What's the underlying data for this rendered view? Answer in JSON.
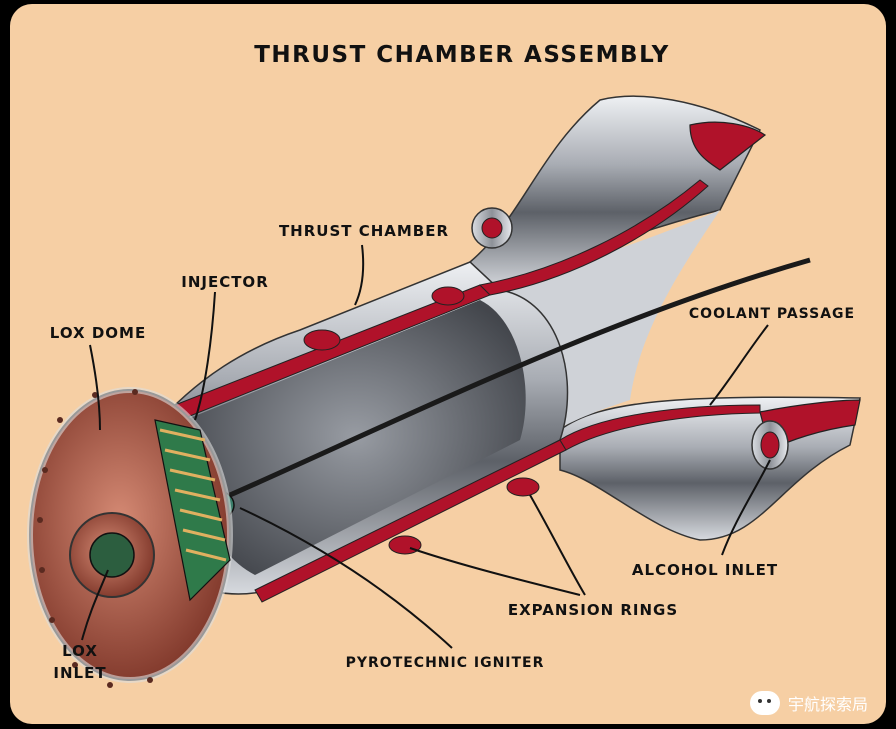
{
  "title": "THRUST CHAMBER ASSEMBLY",
  "labels": {
    "thrust_chamber": "THRUST CHAMBER",
    "injector": "INJECTOR",
    "lox_dome": "LOX DOME",
    "coolant_passage": "COOLANT PASSAGE",
    "alcohol_inlet": "ALCOHOL INLET",
    "expansion_rings": "EXPANSION RINGS",
    "pyrotechnic_igniter": "PYROTECHNIC IGNITER",
    "lox_inlet_line1": "LOX",
    "lox_inlet_line2": "INLET"
  },
  "watermark": "宇航探索局",
  "colors": {
    "background": "#f6cfa4",
    "metal": "#b9bcc2",
    "coolant_red": "#b0122a",
    "dome_copper": "#b5604f",
    "injector_green": "#2f7a4a"
  }
}
